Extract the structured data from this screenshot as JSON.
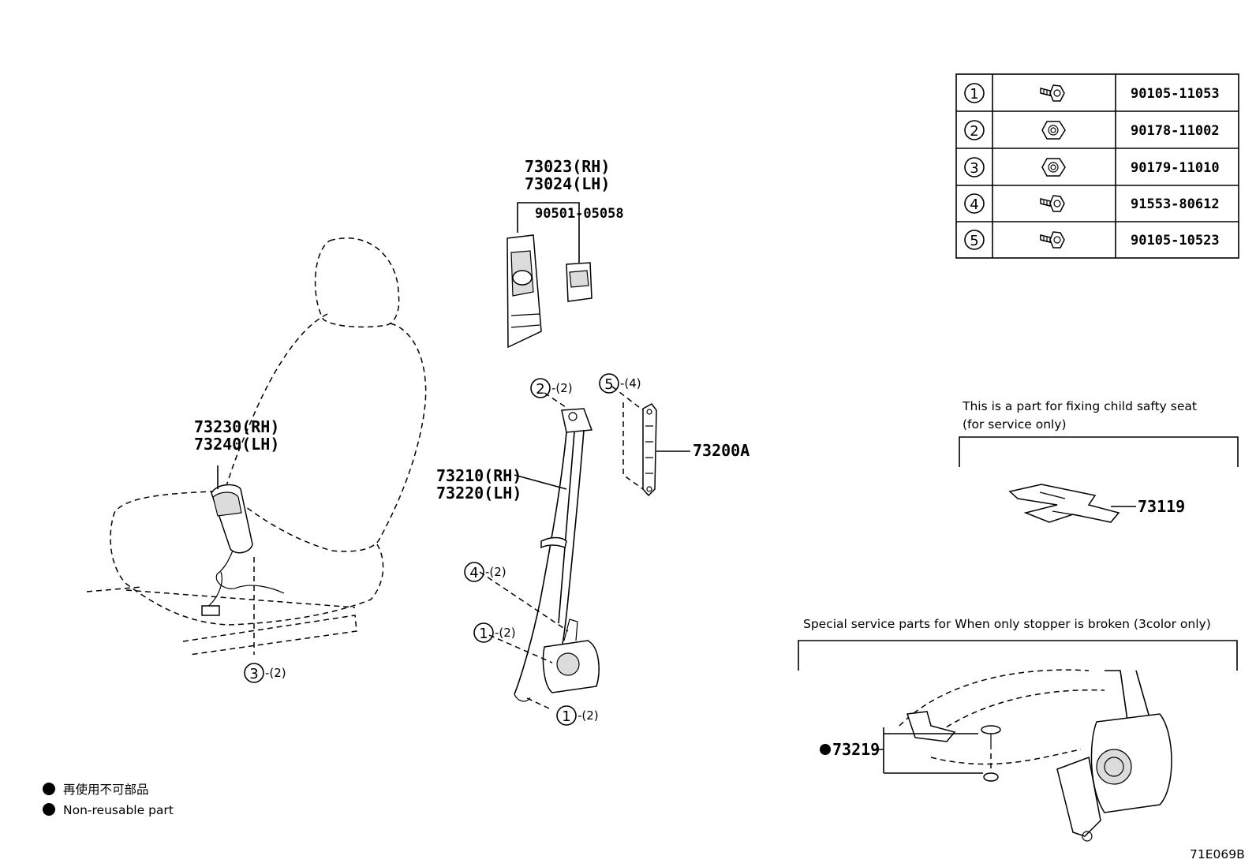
{
  "diagram_code": "71E069B",
  "parts": {
    "pillar_trim": {
      "rh": "73023(RH)",
      "lh": "73024(LH)"
    },
    "clip": "90501-05058",
    "buckle": {
      "rh": "73230(RH)",
      "lh": "73240(LH)"
    },
    "belt_assy": {
      "rh": "73210(RH)",
      "lh": "73220(LH)"
    },
    "adjuster": "73200A",
    "child_seat_fixing": "73119",
    "stopper": "73219"
  },
  "callouts": {
    "c2": {
      "num": "2",
      "qty": "-(2)"
    },
    "c5": {
      "num": "5",
      "qty": "-(4)"
    },
    "c4": {
      "num": "4",
      "qty": "-(2)"
    },
    "c1a": {
      "num": "1",
      "qty": "-(2)"
    },
    "c1b": {
      "num": "1",
      "qty": "-(2)"
    },
    "c3": {
      "num": "3",
      "qty": "-(2)"
    }
  },
  "fastener_table": [
    {
      "num": "1",
      "icon": "bolt-icon",
      "part_no": "90105-11053"
    },
    {
      "num": "2",
      "icon": "nut-icon",
      "part_no": "90178-11002"
    },
    {
      "num": "3",
      "icon": "nut-icon",
      "part_no": "90179-11010"
    },
    {
      "num": "4",
      "icon": "bolt-icon",
      "part_no": "91553-80612"
    },
    {
      "num": "5",
      "icon": "bolt-icon",
      "part_no": "90105-10523"
    }
  ],
  "notes": {
    "child_seat_line1": "This is a part for fixing child safty seat",
    "child_seat_line2": "(for service only)",
    "stopper_note": "Special service parts for When only stopper is broken (3color only)"
  },
  "legend": {
    "jp": "再使用不可部品",
    "en": "Non-reusable part"
  }
}
